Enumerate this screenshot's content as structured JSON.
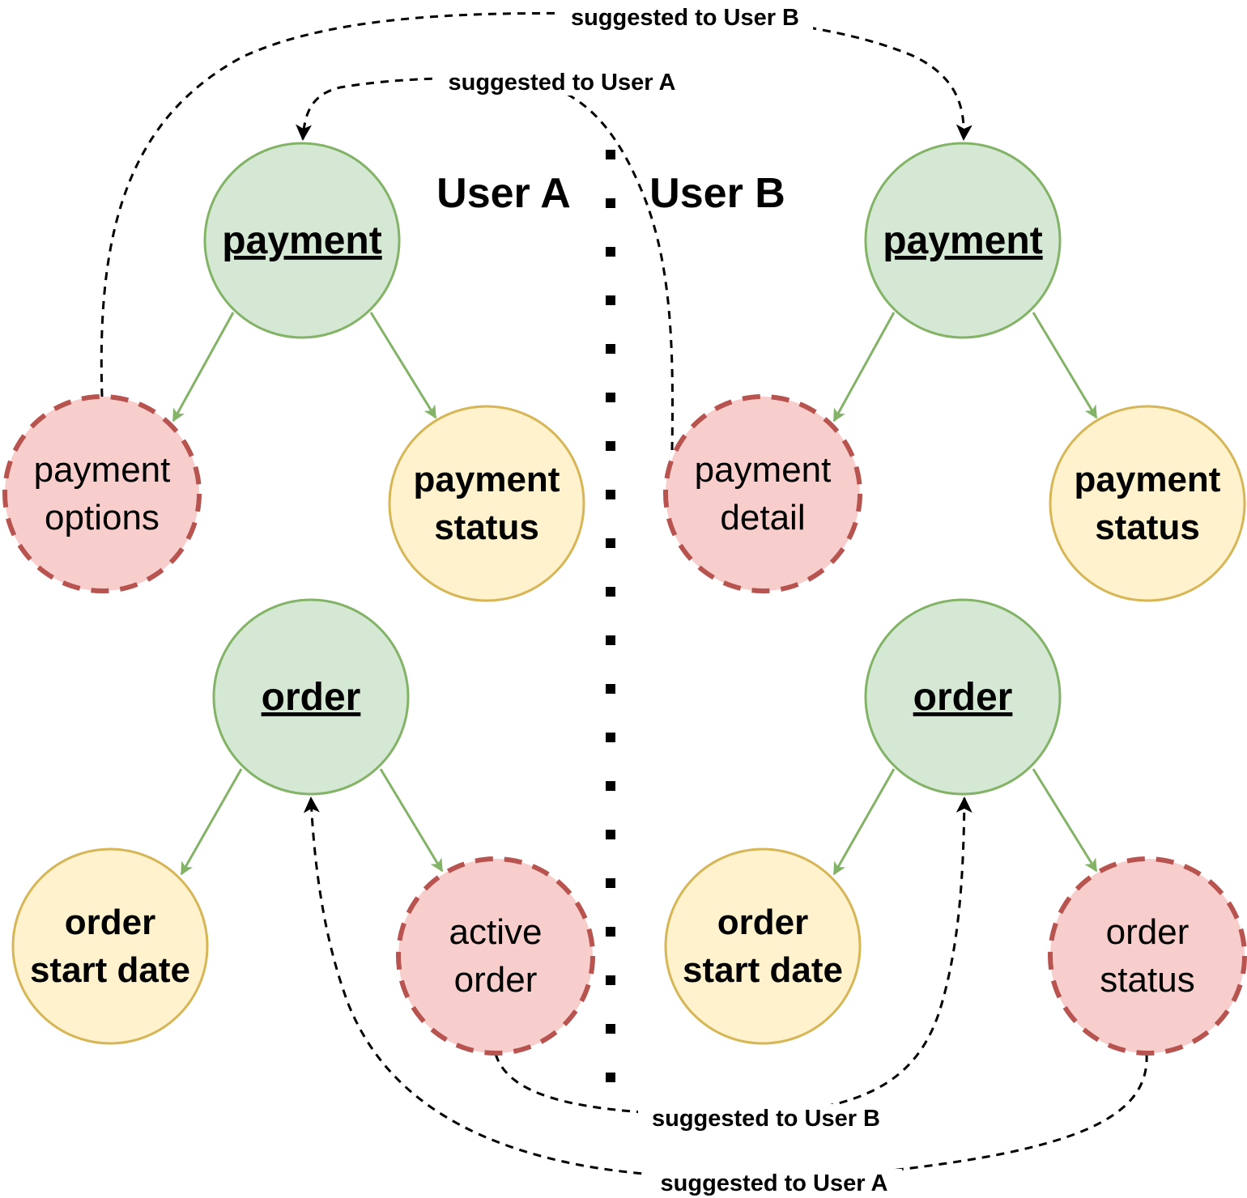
{
  "colors": {
    "entity_fill": "#d5e8d4",
    "entity_stroke": "#82b366",
    "key_attr_fill": "#fff2cc",
    "key_attr_stroke": "#d6b656",
    "suggested_fill": "#f8cecc",
    "suggested_stroke": "#b85450",
    "tree_edge": "#82b366",
    "suggestion_edge": "#000000"
  },
  "user_a": {
    "title": "User A",
    "payment": {
      "entity": "payment",
      "children": [
        {
          "kind": "suggested",
          "lines": [
            "payment",
            "options"
          ]
        },
        {
          "kind": "key",
          "lines": [
            "payment",
            "status"
          ]
        }
      ]
    },
    "order": {
      "entity": "order",
      "children": [
        {
          "kind": "key",
          "lines": [
            "order",
            "start date"
          ]
        },
        {
          "kind": "suggested",
          "lines": [
            "active",
            "order"
          ]
        }
      ]
    }
  },
  "user_b": {
    "title": "User B",
    "payment": {
      "entity": "payment",
      "children": [
        {
          "kind": "suggested",
          "lines": [
            "payment",
            "detail"
          ]
        },
        {
          "kind": "key",
          "lines": [
            "payment",
            "status"
          ]
        }
      ]
    },
    "order": {
      "entity": "order",
      "children": [
        {
          "kind": "key",
          "lines": [
            "order",
            "start date"
          ]
        },
        {
          "kind": "suggested",
          "lines": [
            "order",
            "status"
          ]
        }
      ]
    }
  },
  "suggestions": {
    "payment_options_to_b": "suggested to User B",
    "payment_detail_to_a": "suggested to User A",
    "active_order_to_b": "suggested to User B",
    "order_status_to_a": "suggested to User A"
  }
}
